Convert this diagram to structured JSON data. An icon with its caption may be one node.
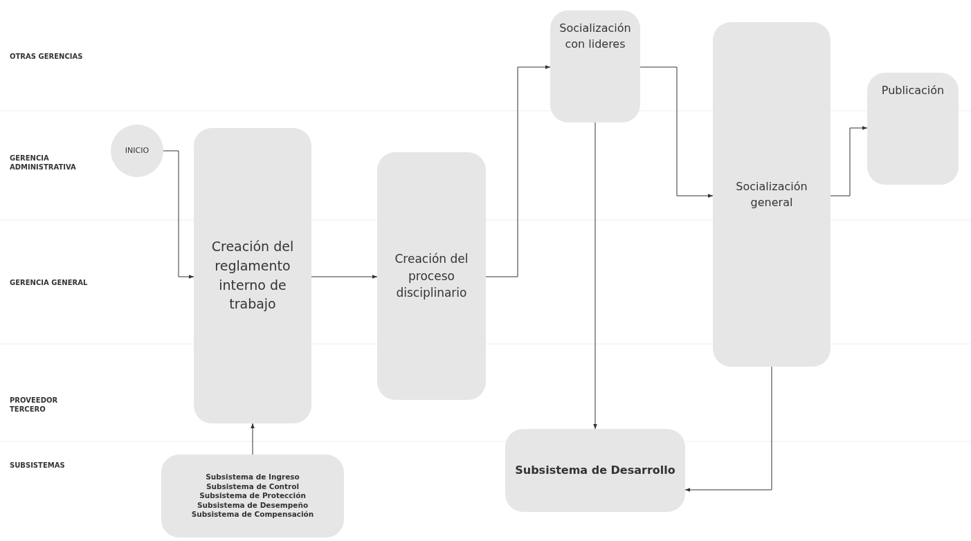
{
  "diagram": {
    "nodes": [
      {
        "text": [
          "INICIO"
        ]
      },
      {
        "text": [
          "Creación del reglamento interno de trabajo"
        ]
      },
      {
        "text": [
          "Subsistema de Ingreso",
          "Subsistema de Control",
          "Subsistema de Protección",
          "Subsistema de Desempeño",
          "Subsistema de Compensación"
        ]
      },
      {
        "text": [
          "Creación del proceso disciplinario"
        ]
      },
      {
        "text": [
          "Socialización con lideres"
        ]
      },
      {
        "text": [
          "Socialización general"
        ]
      },
      {
        "text": [
          "Publicación"
        ]
      },
      {
        "text": [
          "Subsistema de Desarrollo"
        ]
      }
    ],
    "edges": [
      {
        "from": 0,
        "to": 1,
        "arrow": "to"
      },
      {
        "from": 2,
        "to": 1,
        "arrow": "to"
      },
      {
        "from": 1,
        "to": 3,
        "arrow": "to"
      },
      {
        "from": 3,
        "to": 4,
        "arrow": "to"
      },
      {
        "from": 4,
        "to": 7,
        "arrow": "to"
      },
      {
        "from": 4,
        "to": 5,
        "arrow": "to"
      },
      {
        "from": 5,
        "to": 6,
        "arrow": "to"
      },
      {
        "from": 5,
        "to": 7,
        "arrow": "to"
      }
    ],
    "labels": [
      "OTRAS GERENCIAS",
      "GERENCIA ADMINISTRATIVA",
      "GERENCIA GENERAL",
      "PROVEEDOR TERCERO",
      "SUBSISTEMAS"
    ]
  }
}
